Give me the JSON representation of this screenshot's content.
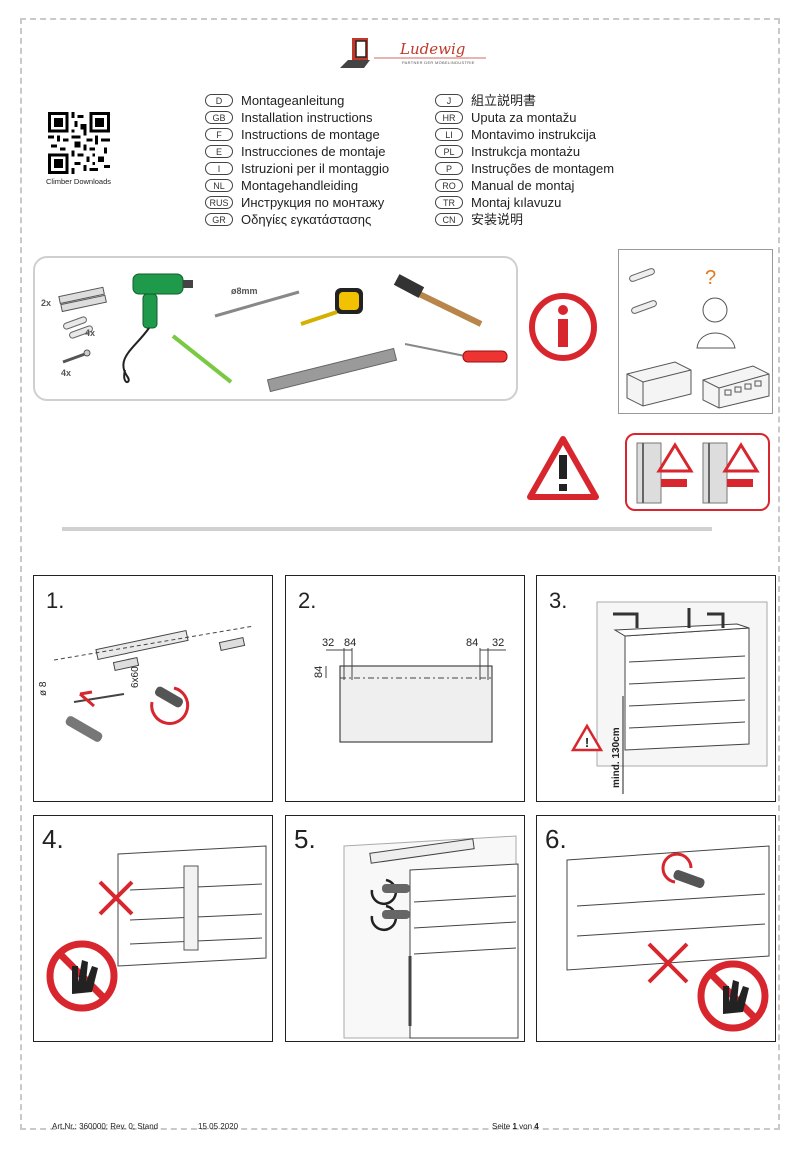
{
  "brand": {
    "name": "Ludewig",
    "tagline": "PARTNER DER MÖBELINDUSTRIE"
  },
  "qr": {
    "caption": "Climber Downloads"
  },
  "languages_left": [
    {
      "code": "D",
      "title": "Montageanleitung"
    },
    {
      "code": "GB",
      "title": "Installation instructions"
    },
    {
      "code": "F",
      "title": "Instructions de montage"
    },
    {
      "code": "E",
      "title": "Instrucciones de montaje"
    },
    {
      "code": "I",
      "title": "Istruzioni per il montaggio"
    },
    {
      "code": "NL",
      "title": "Montagehandleiding"
    },
    {
      "code": "RUS",
      "title": "Инструкция по монтажу"
    },
    {
      "code": "GR",
      "title": "Οδηγίες εγκατάστασης"
    }
  ],
  "languages_right": [
    {
      "code": "J",
      "title": "組立説明書"
    },
    {
      "code": "HR",
      "title": "Uputa za montažu"
    },
    {
      "code": "LI",
      "title": "Montavimo instrukcija"
    },
    {
      "code": "PL",
      "title": "Instrukcja montażu"
    },
    {
      "code": "P",
      "title": "Instruções de montagem"
    },
    {
      "code": "RO",
      "title": "Manual de montaj"
    },
    {
      "code": "TR",
      "title": "Montaj kılavuzu"
    },
    {
      "code": "CN",
      "title": "安装说明"
    }
  ],
  "tools": {
    "rail_qty": "2x",
    "plug_qty": "4x",
    "screw_qty": "4x",
    "drill_bit": "ø8mm"
  },
  "steps": [
    {
      "number": "1.",
      "diameter": "ø 8",
      "screw": "6x60"
    },
    {
      "number": "2.",
      "dims": [
        "32",
        "84",
        "84",
        "32"
      ],
      "vertical": "84"
    },
    {
      "number": "3.",
      "height_label": "mind. 130cm"
    },
    {
      "number": "4."
    },
    {
      "number": "5."
    },
    {
      "number": "6."
    }
  ],
  "footer": {
    "article": "Art.Nr.: 360000; Rev. 0; Stand",
    "date": "15.05.2020",
    "page_prefix": "Seite",
    "page_current": "1",
    "page_sep": "von",
    "page_total": "4"
  },
  "colors": {
    "brand_red": "#c0392b",
    "warning_red": "#d8262e",
    "border_gray": "#cfcfcf"
  }
}
